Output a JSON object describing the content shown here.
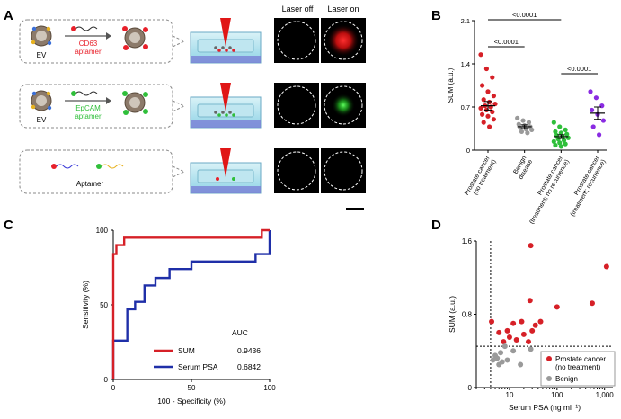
{
  "panel_letters": {
    "a": "A",
    "b": "B",
    "c": "C",
    "d": "D"
  },
  "panel_a": {
    "header_off": "Laser off",
    "header_on": "Laser on",
    "rows": [
      {
        "ev_label": "EV",
        "aptamer_label": "CD63\naptamer",
        "color": "#e8202a",
        "signal": "red"
      },
      {
        "ev_label": "EV",
        "aptamer_label": "EpCAM\naptamer",
        "color": "#2fbf3a",
        "signal": "green"
      },
      {
        "ev_label": "",
        "aptamer_label": "Aptamer",
        "color": "#222222",
        "signal": "none"
      }
    ]
  },
  "colors": {
    "red": "#d62027",
    "green": "#2fbf3a",
    "blue": "#1f2fa8",
    "grey": "#9a9a9a",
    "purple": "#8a2be2"
  },
  "chart_data": [
    {
      "panel": "B",
      "type": "scatter",
      "ylabel": "SUM (a.u.)",
      "ylim": [
        0,
        2.1
      ],
      "yticks": [
        0,
        0.7,
        1.4,
        2.1
      ],
      "categories": [
        "Prostate cancer\n(no treatment)",
        "Benign\ndisease",
        "Prostate cancer\n(treatment; no recurrence)",
        "Prostate cancer\n(treatment; recurrence)"
      ],
      "series": [
        {
          "color": "#d62027",
          "mean": 0.72,
          "sem": 0.07,
          "values": [
            1.55,
            1.32,
            1.18,
            1.05,
            0.95,
            0.88,
            0.82,
            0.78,
            0.75,
            0.72,
            0.7,
            0.68,
            0.65,
            0.62,
            0.58,
            0.55,
            0.5,
            0.45,
            0.38
          ]
        },
        {
          "color": "#9a9a9a",
          "mean": 0.38,
          "sem": 0.03,
          "values": [
            0.52,
            0.48,
            0.45,
            0.42,
            0.4,
            0.38,
            0.36,
            0.34,
            0.33,
            0.3,
            0.28
          ]
        },
        {
          "color": "#2fbf3a",
          "mean": 0.22,
          "sem": 0.03,
          "values": [
            0.45,
            0.38,
            0.33,
            0.3,
            0.28,
            0.26,
            0.24,
            0.22,
            0.2,
            0.18,
            0.16,
            0.14,
            0.12,
            0.1,
            0.08,
            0.06
          ]
        },
        {
          "color": "#8a2be2",
          "mean": 0.6,
          "sem": 0.1,
          "values": [
            0.95,
            0.85,
            0.72,
            0.65,
            0.58,
            0.48,
            0.38,
            0.25
          ]
        }
      ],
      "annotations": [
        {
          "from": 0,
          "to": 2,
          "text": "<0.0001"
        },
        {
          "from": 0,
          "to": 1,
          "text": "<0.0001"
        },
        {
          "from": 2,
          "to": 3,
          "text": "<0.0001"
        }
      ]
    },
    {
      "panel": "C",
      "type": "line",
      "xlabel": "100 - Specificity (%)",
      "ylabel": "Sensitivity (%)",
      "xlim": [
        0,
        100
      ],
      "ylim": [
        0,
        100
      ],
      "xticks": [
        0,
        50,
        100
      ],
      "yticks": [
        0,
        50,
        100
      ],
      "legend_title": "AUC",
      "series": [
        {
          "name": "SUM",
          "auc": "0.9436",
          "color": "#d62027",
          "points": [
            [
              0,
              0
            ],
            [
              0,
              84
            ],
            [
              2,
              84
            ],
            [
              2,
              90
            ],
            [
              7,
              90
            ],
            [
              7,
              95
            ],
            [
              95,
              95
            ],
            [
              95,
              100
            ],
            [
              100,
              100
            ]
          ]
        },
        {
          "name": "Serum PSA",
          "auc": "0.6842",
          "color": "#1f2fa8",
          "points": [
            [
              0,
              0
            ],
            [
              0,
              26
            ],
            [
              9,
              26
            ],
            [
              9,
              47
            ],
            [
              14,
              47
            ],
            [
              14,
              52
            ],
            [
              20,
              52
            ],
            [
              20,
              63
            ],
            [
              27,
              63
            ],
            [
              27,
              68
            ],
            [
              36,
              68
            ],
            [
              36,
              74
            ],
            [
              50,
              74
            ],
            [
              50,
              79
            ],
            [
              91,
              79
            ],
            [
              91,
              84
            ],
            [
              100,
              84
            ],
            [
              100,
              100
            ]
          ]
        }
      ]
    },
    {
      "panel": "D",
      "type": "scatter",
      "xlabel": "Serum PSA (ng ml⁻¹)",
      "ylabel": "SUM (a.u.)",
      "xscale": "log",
      "xlim": [
        2,
        1500
      ],
      "ylim": [
        0,
        1.6
      ],
      "xticks": [
        10,
        100,
        1000
      ],
      "xtick_labels": [
        "10",
        "100",
        "1,000"
      ],
      "yticks": [
        0,
        0.8,
        1.6
      ],
      "thresholds": {
        "x": 4,
        "y": 0.45
      },
      "legend": [
        {
          "name": "Prostate cancer\n(no treatment)",
          "color": "#d62027"
        },
        {
          "name": "Benign",
          "color": "#9a9a9a"
        }
      ],
      "series": [
        {
          "name": "Prostate cancer (no treatment)",
          "color": "#d62027",
          "points": [
            [
              4.2,
              0.72
            ],
            [
              6,
              0.6
            ],
            [
              7.5,
              0.5
            ],
            [
              9,
              0.62
            ],
            [
              10,
              0.55
            ],
            [
              12,
              0.7
            ],
            [
              14,
              0.52
            ],
            [
              18,
              0.72
            ],
            [
              20,
              0.58
            ],
            [
              25,
              0.5
            ],
            [
              27,
              0.95
            ],
            [
              28,
              1.55
            ],
            [
              30,
              0.62
            ],
            [
              35,
              0.68
            ],
            [
              45,
              0.72
            ],
            [
              100,
              0.88
            ],
            [
              550,
              0.92
            ],
            [
              1100,
              1.32
            ]
          ]
        },
        {
          "name": "Benign",
          "color": "#9a9a9a",
          "points": [
            [
              4.5,
              0.3
            ],
            [
              5,
              0.35
            ],
            [
              5.5,
              0.32
            ],
            [
              6,
              0.25
            ],
            [
              6.5,
              0.38
            ],
            [
              7,
              0.28
            ],
            [
              8,
              0.45
            ],
            [
              9,
              0.3
            ],
            [
              12,
              0.4
            ],
            [
              17,
              0.25
            ],
            [
              28,
              0.42
            ]
          ]
        }
      ]
    }
  ]
}
